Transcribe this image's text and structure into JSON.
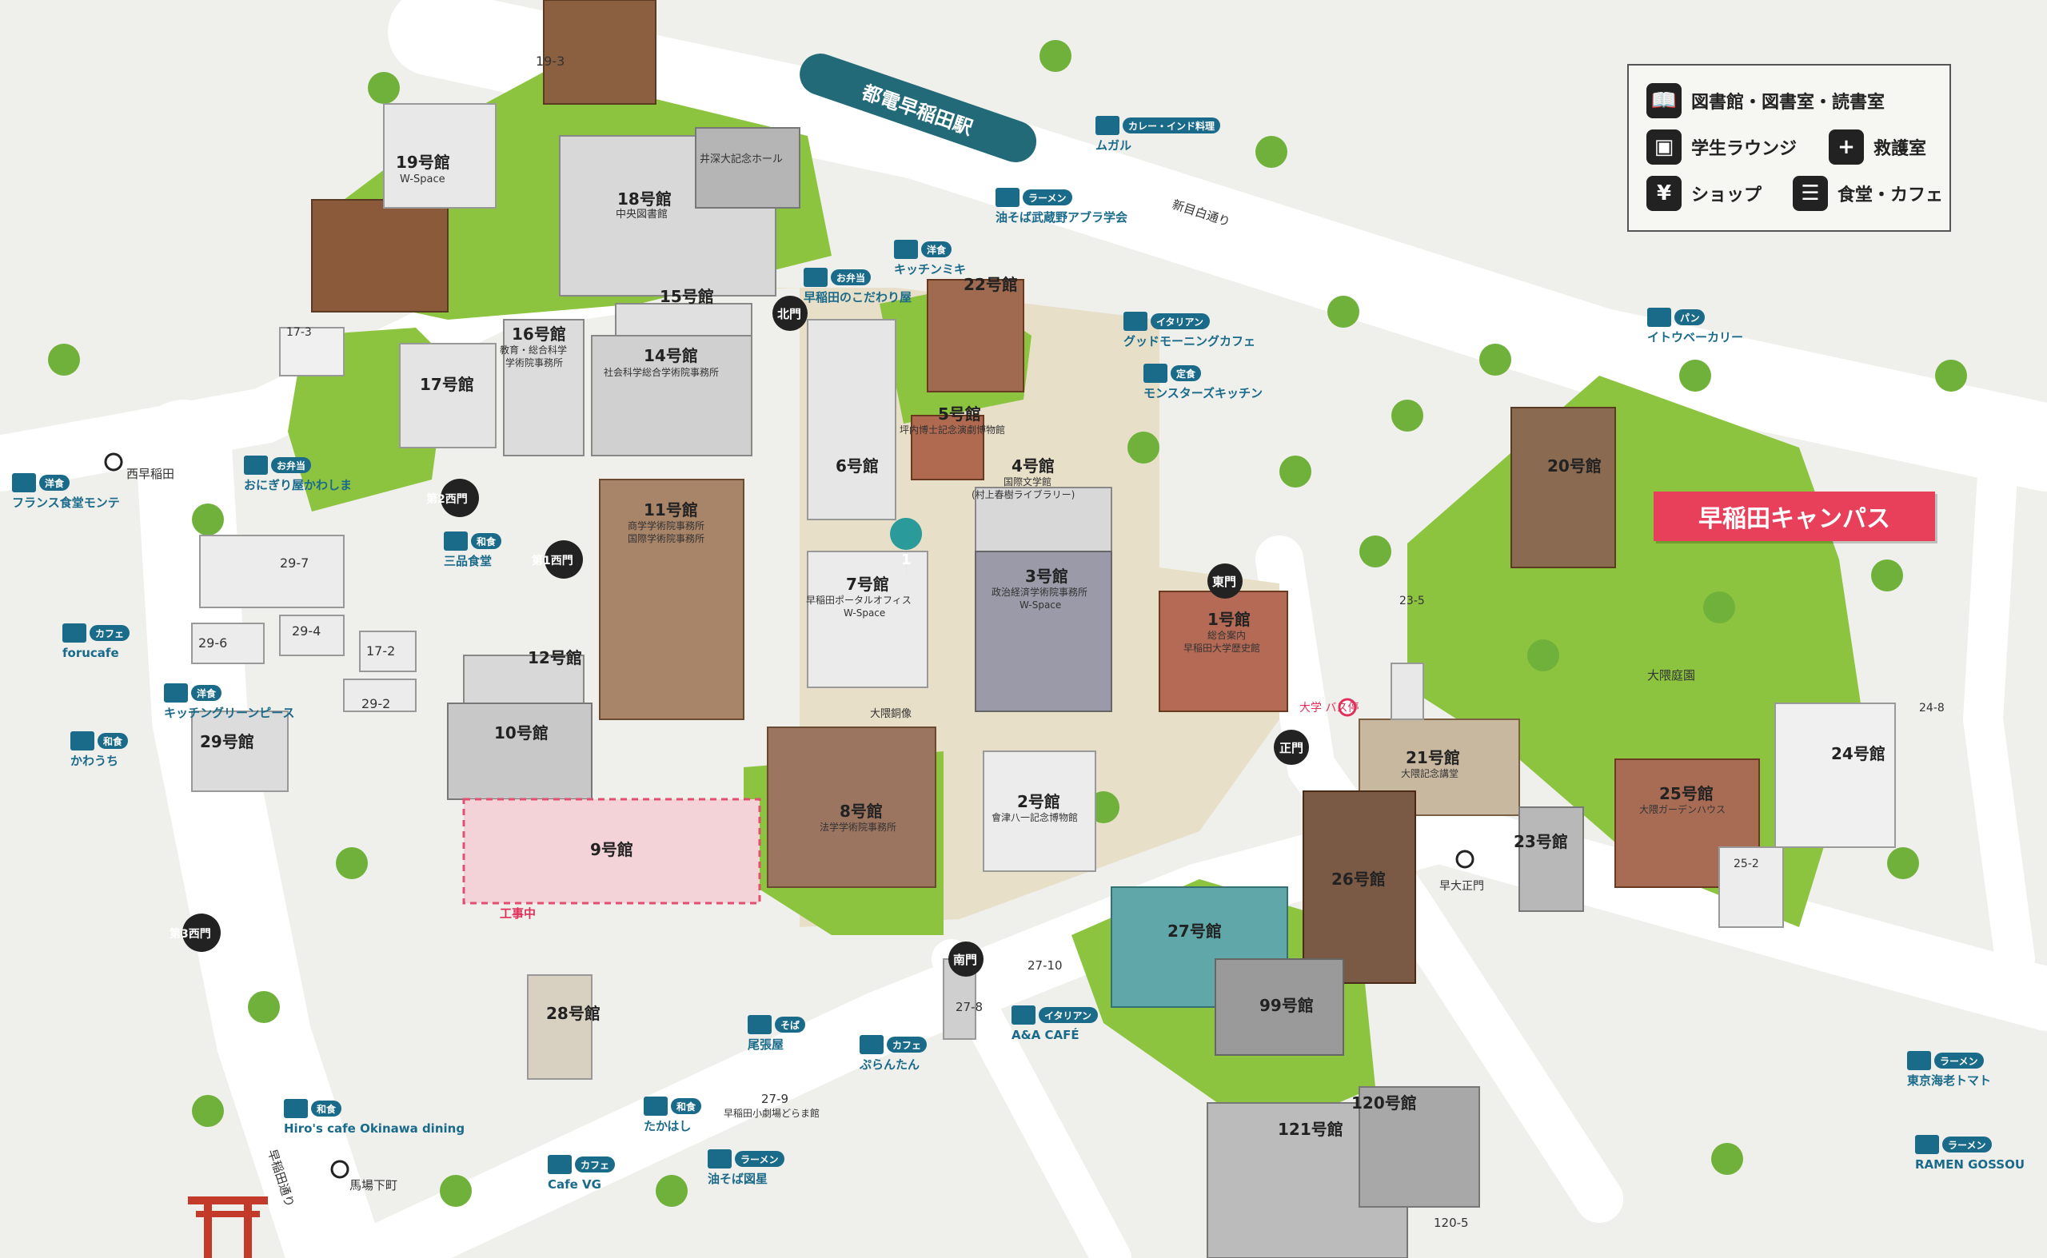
{
  "legend": {
    "library": "図書館・図書室・読書室",
    "lounge": "学生ラウンジ",
    "firstaid": "救護室",
    "shop": "ショップ",
    "cafeteria": "食堂・カフェ"
  },
  "campus_name": "早稲田キャンパス",
  "station": "都電早稲田駅",
  "streets": {
    "shinmejiro": "新目白通り",
    "waseda_dori": "早稲田通り"
  },
  "gates": {
    "north": "北門",
    "east": "東門",
    "main": "正門",
    "south": "南門",
    "west1": "第1西門",
    "west2": "第2西門",
    "west3": "第3西門"
  },
  "bus_stops": {
    "nishi_waseda": "西早稲田",
    "daigaku": "大学\nバス停",
    "sodai_seimon": "早大正門",
    "babashita": "馬場下町"
  },
  "buildings": {
    "b19_3": "19-3",
    "b19": "19号館",
    "b19_sub": "W-Space",
    "b18": "18号館",
    "b18_sub": "中央図書館",
    "b15": "15号館",
    "b16": "16号館",
    "b16_sub1": "教育・総合科学",
    "b16_sub2": "学術院事務所",
    "b14": "14号館",
    "b14_sub": "社会科学総合学術院事務所",
    "b17_3": "17-3",
    "b17": "17号館",
    "b11": "11号館",
    "b11_sub1": "商学学術院事務所",
    "b11_sub2": "国際学術院事務所",
    "b29_7": "29-7",
    "b29_6": "29-6",
    "b29_4": "29-4",
    "b17_2": "17-2",
    "b29_2": "29-2",
    "b29": "29号館",
    "b12": "12号館",
    "b10": "10号館",
    "b9": "9号館",
    "construction": "工事中",
    "b6": "6号館",
    "b7": "7号館",
    "b7_sub1": "早稲田ポータルオフィス",
    "b7_sub2": "W-Space",
    "b5": "5号館",
    "b5_sub": "坪内博士記念演劇博物館",
    "b4": "4号館",
    "b4_sub1": "国際文学館",
    "b4_sub2": "(村上春樹ライブラリー)",
    "b3": "3号館",
    "b3_sub1": "政治経済学術院事務所",
    "b3_sub2": "W-Space",
    "b1": "1号館",
    "b1_sub1": "総合案内",
    "b1_sub2": "早稲田大学歴史館",
    "b22": "22号館",
    "b20": "20号館",
    "b23_5": "23-5",
    "b21": "21号館",
    "b21_sub": "大隈記念講堂",
    "b23": "23号館",
    "b24": "24号館",
    "b24_8": "24-8",
    "b25": "25号館",
    "b25_sub": "大隈ガーデンハウス",
    "b25_2": "25-2",
    "b26": "26号館",
    "b27": "27号館",
    "b27_10": "27-10",
    "b27_8": "27-8",
    "b99": "99号館",
    "b120": "120号館",
    "b121": "121号館",
    "b120_5": "120-5",
    "b8": "8号館",
    "b8_sub": "法学学術院事務所",
    "b2": "2号館",
    "b2_sub": "會津八一記念博物館",
    "b28": "28号館",
    "b27_9": "27-9",
    "b27_9_sub": "早稲田小劇場どらま館",
    "ibuka": "井深大記念ホール",
    "okuma_garden": "大隈庭園",
    "okuma_statue": "大隈銅像"
  },
  "shops": [
    {
      "tag": "カレー・インド料理",
      "name": "ムガル"
    },
    {
      "tag": "ラーメン",
      "name": "油そば武蔵野アブラ学会"
    },
    {
      "tag": "洋食",
      "name": "キッチンミキ"
    },
    {
      "tag": "お弁当",
      "name": "早稲田のこだわり屋"
    },
    {
      "tag": "イタリアン",
      "name": "グッドモーニングカフェ"
    },
    {
      "tag": "定食",
      "name": "モンスターズキッチン"
    },
    {
      "tag": "パン",
      "name": "イトウベーカリー"
    },
    {
      "tag": "お弁当",
      "name": "おにぎり屋かわしま"
    },
    {
      "tag": "洋食",
      "name": "フランス食堂モンテ"
    },
    {
      "tag": "和食",
      "name": "三品食堂"
    },
    {
      "tag": "カフェ",
      "name": "forucafe"
    },
    {
      "tag": "洋食",
      "name": "キッチングリーンピース"
    },
    {
      "tag": "和食",
      "name": "かわうち"
    },
    {
      "tag": "そば",
      "name": "尾張屋"
    },
    {
      "tag": "カフェ",
      "name": "ぷらんたん"
    },
    {
      "tag": "イタリアン",
      "name": "A&A CAFÉ"
    },
    {
      "tag": "和食",
      "name": "Hiro's cafe Okinawa dining"
    },
    {
      "tag": "和食",
      "name": "たかはし"
    },
    {
      "tag": "ラーメン",
      "name": "油そば図星"
    },
    {
      "tag": "カフェ",
      "name": "Cafe VG"
    },
    {
      "tag": "ラーメン",
      "name": "東京海老トマト"
    },
    {
      "tag": "ラーメン",
      "name": "RAMEN GOSSOU"
    }
  ],
  "marker": "1",
  "colors": {
    "road": "#ffffff",
    "ground": "#efefeb",
    "grass": "#8cc43f",
    "campus_paving": "#e8dfc8",
    "banner": "#e83f5a",
    "station": "#236a78",
    "shop_tag": "#1a6a8a"
  }
}
